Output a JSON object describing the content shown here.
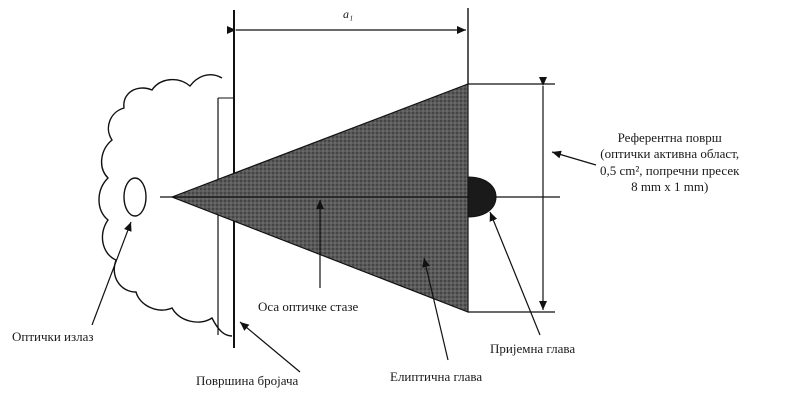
{
  "dimension_label": "a₁",
  "labels": {
    "optical_output": "Оптички излаз",
    "fiber_axis": "Оса оптичке стазе",
    "counter_surface": "Површина бројача",
    "cone": "Елиптична глава",
    "receiver": "Пријемна глава",
    "reference_lines": [
      "Референтна површ",
      "(оптички активна област,",
      "0,5 cm², попречни пресек",
      "8 mm x 1 mm)"
    ]
  },
  "colors": {
    "line": "#111111",
    "cone_fill": "#4a4a4a",
    "receiver_fill": "#1a1a1a"
  }
}
